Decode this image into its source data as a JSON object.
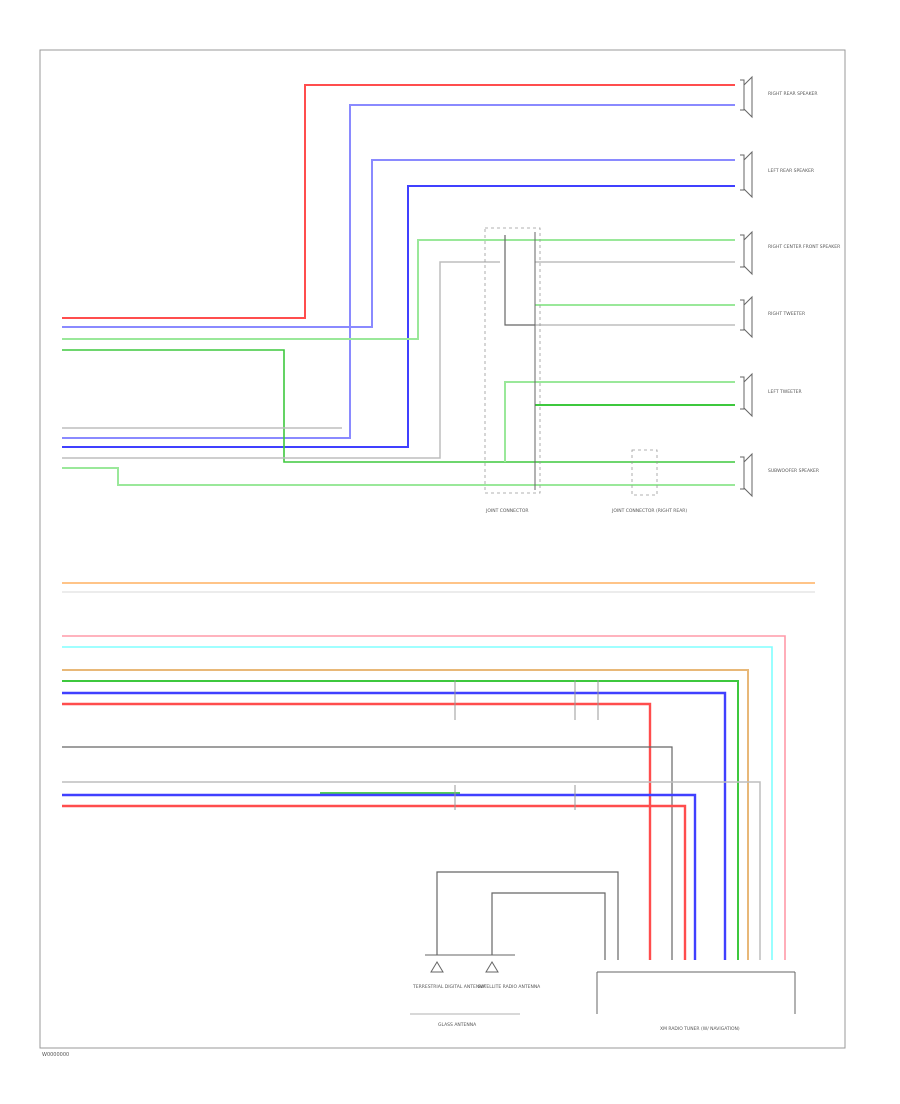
{
  "page": {
    "code": "W0000000"
  },
  "colors": {
    "red": "#ff4d4d",
    "pink": "#ff9aa8",
    "blue": "#4040ff",
    "lightblue": "#8a8aff",
    "green": "#3ec83e",
    "lightgreen": "#9ae89a",
    "gray": "#666666",
    "lightgray": "#bdbdbd",
    "orange": "#ffb060",
    "tan": "#e8b878",
    "cyan": "#80ffff",
    "frame": "#999999"
  },
  "speakers": [
    {
      "label": "RIGHT REAR SPEAKER"
    },
    {
      "label": "LEFT REAR SPEAKER"
    },
    {
      "label": "RIGHT CENTER FRONT SPEAKER"
    },
    {
      "label": "RIGHT TWEETER"
    },
    {
      "label": "LEFT TWEETER"
    },
    {
      "label": "SUBWOOFER SPEAKER"
    }
  ],
  "connectors": {
    "junction_a": "JOINT CONNECTOR",
    "junction_b": "JOINT CONNECTOR (RIGHT REAR)"
  },
  "antennas": {
    "terrestrial": "TERRESTRIAL DIGITAL ANTENNA",
    "satellite": "SATELLITE RADIO ANTENNA",
    "group": "GLASS ANTENNA"
  },
  "module": {
    "label": "XM RADIO TUNER (W/ NAVIGATION)"
  }
}
